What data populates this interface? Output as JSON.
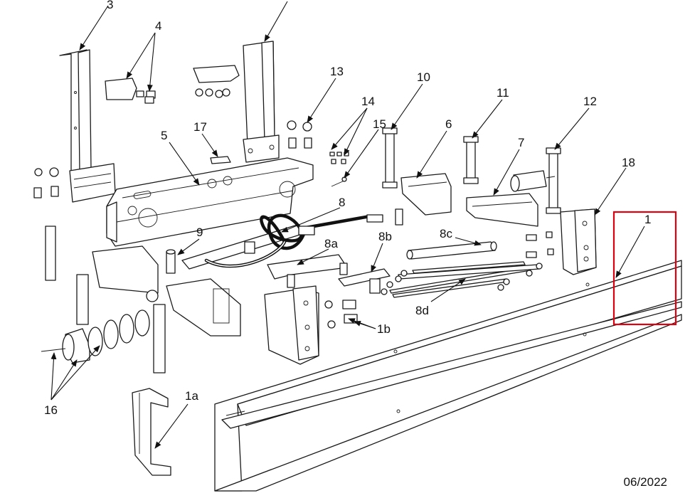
{
  "callouts": {
    "c1": "1",
    "c1a": "1a",
    "c1b": "1b",
    "c3": "3",
    "c4": "4",
    "c5": "5",
    "c6": "6",
    "c7": "7",
    "c8": "8",
    "c8a": "8a",
    "c8b": "8b",
    "c8c": "8c",
    "c8d": "8d",
    "c9": "9",
    "c10": "10",
    "c11": "11",
    "c12": "12",
    "c13": "13",
    "c14": "14",
    "c15": "15",
    "c16": "16",
    "c17": "17",
    "c18": "18"
  },
  "date": "06/2022",
  "highlight_color": "#e0000f"
}
